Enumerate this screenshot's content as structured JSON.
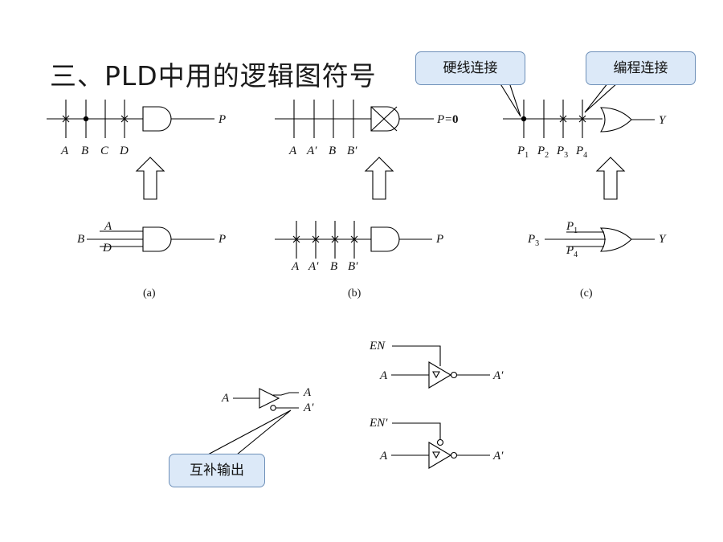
{
  "title": "三、PLD中用的逻辑图符号",
  "callouts": {
    "hard_connection": "硬线连接",
    "programmed_connection": "编程连接",
    "complementary_output": "互补输出"
  },
  "panel_a": {
    "top_inputs": [
      "A",
      "B",
      "C",
      "D"
    ],
    "top_output": "P",
    "bottom_left": "B",
    "bottom_inputs": [
      "A",
      "D"
    ],
    "bottom_output": "P",
    "caption": "(a)"
  },
  "panel_b": {
    "top_inputs": [
      "A",
      "A′",
      "B",
      "B′"
    ],
    "top_output_label": "P",
    "top_output_eq": "=",
    "top_output_value": "0",
    "bottom_inputs": [
      "A",
      "A′",
      "B",
      "B′"
    ],
    "bottom_output": "P",
    "caption": "(b)"
  },
  "panel_c": {
    "top_inputs": [
      "P1",
      "P2",
      "P3",
      "P4"
    ],
    "top_output": "Y",
    "bottom_left": "P3",
    "bottom_inputs": [
      "P1",
      "P4"
    ],
    "bottom_output": "Y",
    "caption": "(c)"
  },
  "buffer": {
    "input": "A",
    "output_true": "A",
    "output_comp": "A′"
  },
  "tristate_1": {
    "enable": "EN",
    "input": "A",
    "output": "A′"
  },
  "tristate_2": {
    "enable": "EN′",
    "input": "A",
    "output": "A′"
  },
  "colors": {
    "arrow_fill": "#8ec0f0",
    "arrow_stroke": "#3a6ea5",
    "callout_fill": "#dce9f8",
    "callout_stroke": "#6d8fb8"
  }
}
